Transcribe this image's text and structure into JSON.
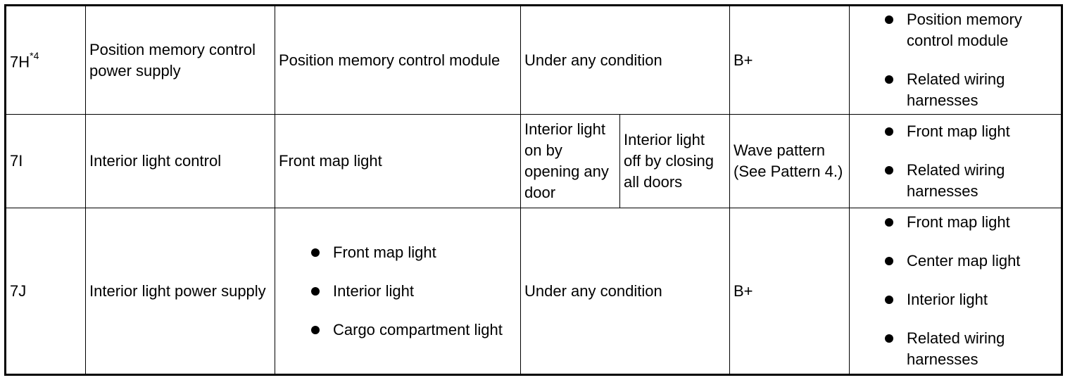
{
  "rows": [
    {
      "terminal": "7H",
      "terminal_note": "*4",
      "description": "Position memory control power supply",
      "connected_to": "Position memory control module",
      "condition": "Under any condition",
      "specification": "B+",
      "check_points": [
        "Position memory control module",
        "Related wiring harnesses"
      ]
    },
    {
      "terminal": "7I",
      "description": "Interior light control",
      "connected_to": "Front map light",
      "condition_on": "Interior light on by opening any door",
      "condition_off": "Interior light off by closing all doors",
      "specification": "Wave pattern (See Pattern 4.)",
      "check_points": [
        "Front map light",
        "Related wiring harnesses"
      ]
    },
    {
      "terminal": "7J",
      "description": "Interior light power supply",
      "connected_parts": [
        "Front map light",
        "Interior light",
        "Cargo compartment light"
      ],
      "condition": "Under any condition",
      "specification": "B+",
      "check_points": [
        "Front map light",
        "Center map light",
        "Interior light",
        "Related wiring harnesses"
      ]
    }
  ]
}
